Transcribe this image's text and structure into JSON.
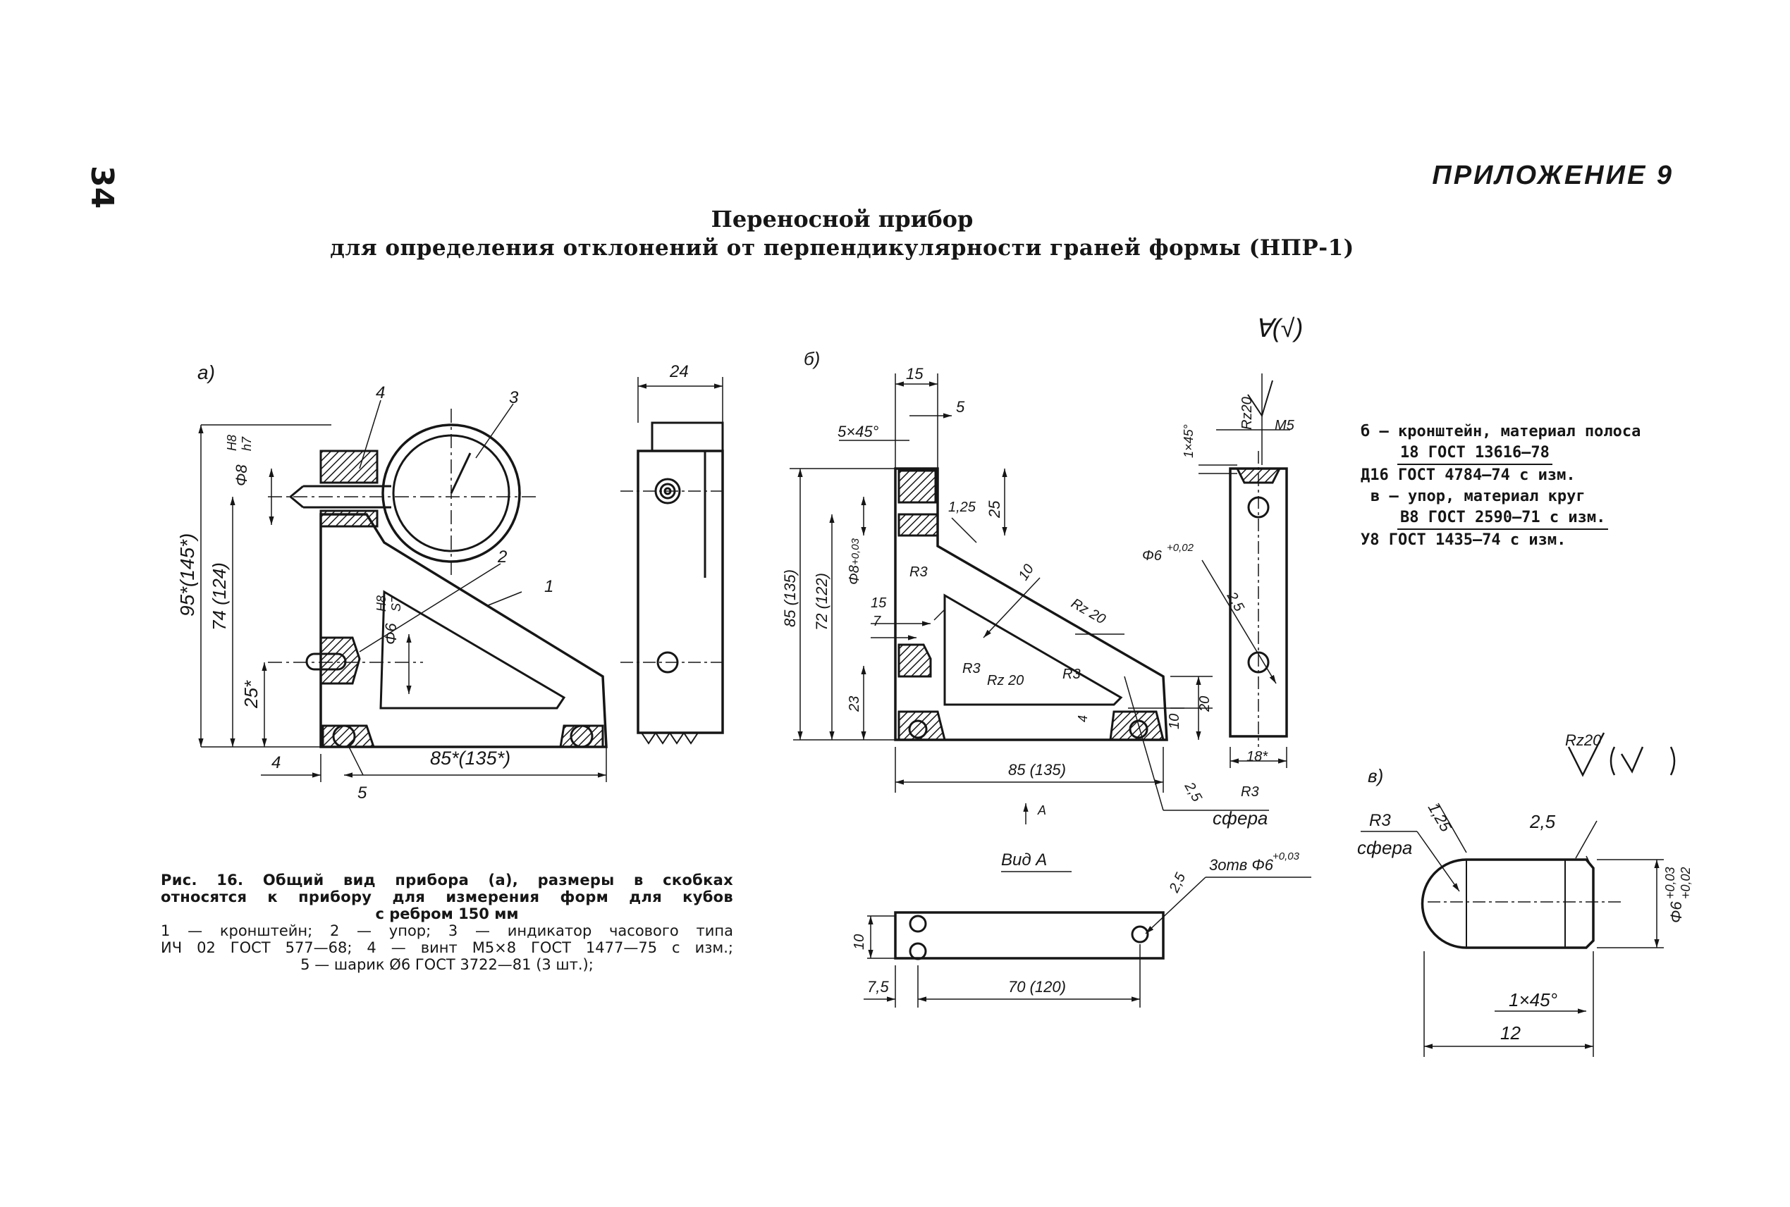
{
  "page": {
    "number": "34",
    "appendix": "ПРИЛОЖЕНИЕ 9",
    "title_line1": "Переносной прибор",
    "title_line2": "для определения отклонений от перпендикулярности граней формы (НПР-1)",
    "roughness_general": "∀(√)"
  },
  "view_a": {
    "label": "а)",
    "callouts": [
      "1",
      "2",
      "3",
      "4",
      "5"
    ],
    "dims": {
      "overall_height": "95*(145*)",
      "indicator_height": "74 (124)",
      "stop_height": "25*",
      "base_length": "85*(135*)",
      "offset_left": "4",
      "side_width": "24",
      "fit_top": "Φ8",
      "fit_top_h": "H8",
      "fit_top_l": "h7",
      "fit_mid": "Φ6",
      "fit_mid_h": "H8",
      "fit_mid_l": "S7"
    }
  },
  "view_b": {
    "label": "б)",
    "dims": {
      "width_15": "15",
      "slot_5": "5",
      "chamfer": "5×45°",
      "hole_dia": "Φ8",
      "hole_tol": "+0,03",
      "height_85": "85 (135)",
      "height_72": "72 (122)",
      "depth_25": "25",
      "rough_125": "1,25",
      "r3_a": "R3",
      "r3_b": "R3",
      "r3_c": "R3",
      "r3_d": "R3",
      "rz20_a": "Rz 20",
      "rz20_b": "Rz 20",
      "rz20_side": "Rz20",
      "width_10": "10",
      "dim_15b": "15",
      "dim_7": "7",
      "dim_23": "23",
      "dim_20": "20",
      "dim_10b": "10",
      "dim_4": "4",
      "base_len": "85 (135)",
      "sphere_25": "2,5",
      "sphere_label": "сфера",
      "view_arrow": "A",
      "chamfer_side": "1×45°",
      "thread": "M5",
      "hole_side": "Φ6",
      "hole_side_tol": "+0,02",
      "side_25": "2,5",
      "side_width": "18*"
    }
  },
  "view_A": {
    "title": "Вид А",
    "holes": "3отв Φ6",
    "holes_tol": "+0,03",
    "dim_25": "2,5",
    "height": "10",
    "offset": "7,5",
    "length": "70 (120)"
  },
  "view_v": {
    "label": "в)",
    "roughness": "Rz20",
    "roughness_sym": "(√)",
    "radius": "R3",
    "sphere_label": "сфера",
    "rough_125": "1,25",
    "dim_25": "2,5",
    "dia": "Φ6",
    "dia_tol_top": "+0,03",
    "dia_tol_bot": "+0,02",
    "chamfer": "1×45°",
    "length": "12"
  },
  "materials": {
    "b_line1": "б — кронштейн, материал полоса",
    "b_frac_top": "18 ГОСТ 13616—78",
    "b_frac_bottom": "Д16 ГОСТ 4784—74 с изм.",
    "v_line1": "в — упор, материал круг",
    "v_frac_top": "В8 ГОСТ 2590—71 с изм.",
    "v_frac_bottom": "У8 ГОСТ 1435—74 с изм."
  },
  "caption": {
    "line1": "Рис. 16. Общий вид прибора (а), размеры в скобках",
    "line2": "относятся к прибору для измерения форм для кубов",
    "line3": "с ребром 150 мм",
    "line4": "1 — кронштейн; 2 — упор; 3 — индикатор часового типа",
    "line5": "ИЧ 02 ГОСТ 577—68; 4 — винт М5×8 ГОСТ 1477—75 с изм.;",
    "line6": "5 — шарик Ø6 ГОСТ 3722—81 (3 шт.);"
  }
}
